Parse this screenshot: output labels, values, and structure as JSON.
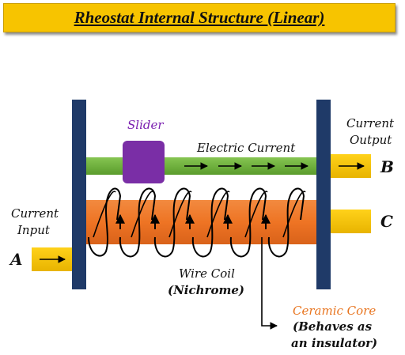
{
  "title": "Rheostat Internal Structure (Linear)",
  "labels": {
    "slider": "Slider",
    "electric_current": "Electric Current",
    "current_output_line1": "Current",
    "current_output_line2": "Output",
    "current_input_line1": "Current",
    "current_input_line2": "Input",
    "terminal_a": "A",
    "terminal_b": "B",
    "terminal_c": "C",
    "wire_coil_line1": "Wire Coil",
    "wire_coil_line2": "(Nichrome)",
    "ceramic_core": "Ceramic Core",
    "ceramic_core_note_line1": "(Behaves as",
    "ceramic_core_note_line2": "an insulator)"
  },
  "colors": {
    "title_bg": "#f7c400",
    "post": "#1f3a68",
    "rod": "#6fb33a",
    "slider": "#7a2ea6",
    "core": "#f07a2a",
    "terminal": "#f7c400",
    "slider_label": "#7a1fb0",
    "ceramic_label": "#e8741e"
  }
}
